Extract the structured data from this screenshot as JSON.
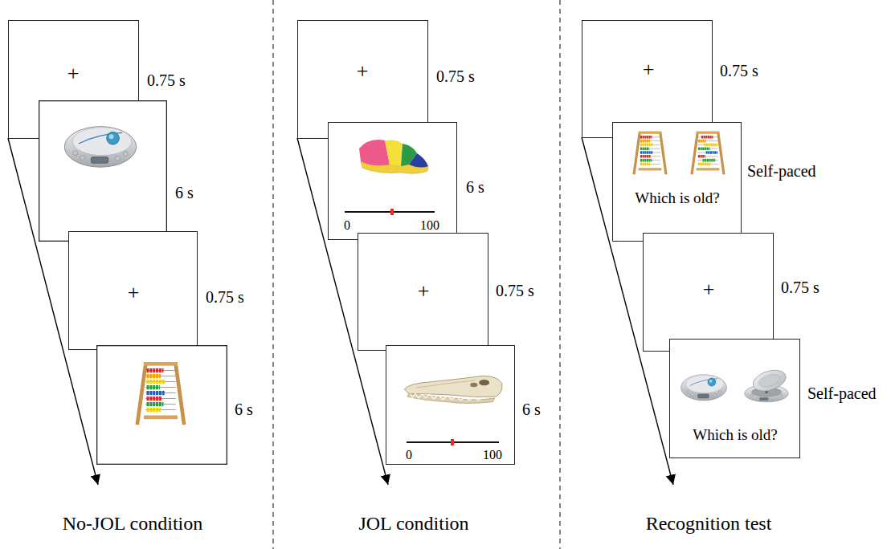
{
  "diagram": {
    "nodes": [
      {
        "text": [
          "+"
        ]
      },
      {
        "text": [
          "+"
        ]
      },
      {
        "text": [
          "+"
        ]
      },
      {
        "text": [
          "0",
          "100"
        ]
      },
      {
        "text": [
          "+"
        ]
      },
      {
        "text": [
          "0",
          "100"
        ]
      },
      {
        "text": [
          "+"
        ]
      },
      {
        "text": [
          "Which is old?"
        ]
      },
      {
        "text": [
          "+"
        ]
      },
      {
        "text": [
          "Which is old?"
        ]
      }
    ],
    "labels": [
      "0.75 s",
      "6 s",
      "0.75 s",
      "6 s",
      "No-JOL condition",
      "0.75 s",
      "6 s",
      "0.75 s",
      "6 s",
      "JOL condition",
      "0.75 s",
      "Self-paced",
      "0.75 s",
      "Self-paced",
      "Recognition test"
    ]
  }
}
